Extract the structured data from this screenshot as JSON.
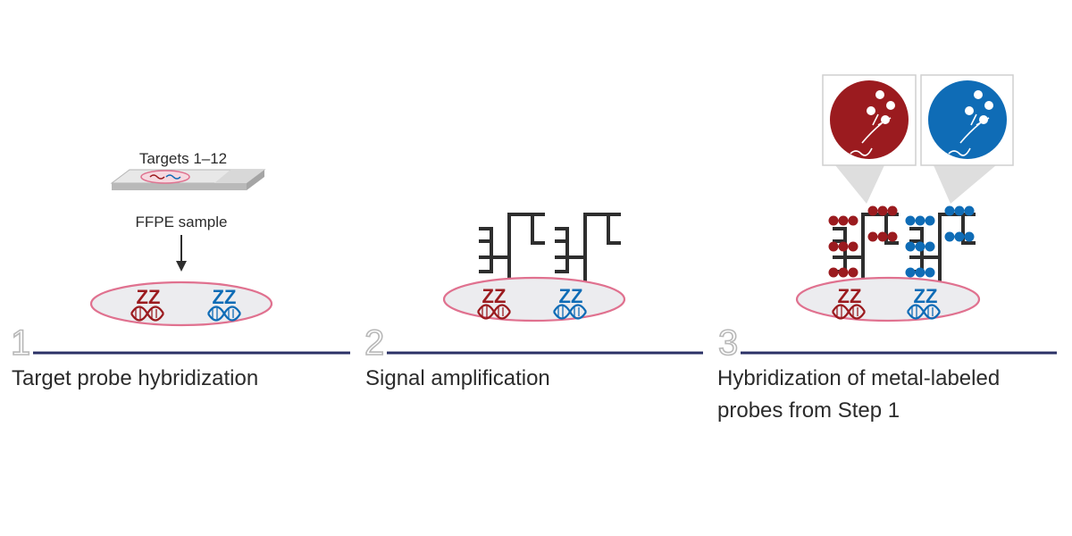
{
  "colors": {
    "navy": "#2b3166",
    "red": "#9b1b1f",
    "blue": "#0f6cb6",
    "pink": "#e0718f",
    "pink_fill": "#ececef",
    "gray_line": "#b8b8b8",
    "dark": "#2e2e2e"
  },
  "step1": {
    "number": "1",
    "title": "Target probe hybridization",
    "targets_label": "Targets 1–12",
    "sample_label": "FFPE sample",
    "probe_red": "ZZ",
    "probe_blue": "ZZ"
  },
  "step2": {
    "number": "2",
    "title": "Signal amplification",
    "probe_red": "ZZ",
    "probe_blue": "ZZ"
  },
  "step3": {
    "number": "3",
    "title_line1": "Hybridization of metal-labeled",
    "title_line2": "probes from Step 1",
    "probe_red": "ZZ",
    "probe_blue": "ZZ"
  }
}
